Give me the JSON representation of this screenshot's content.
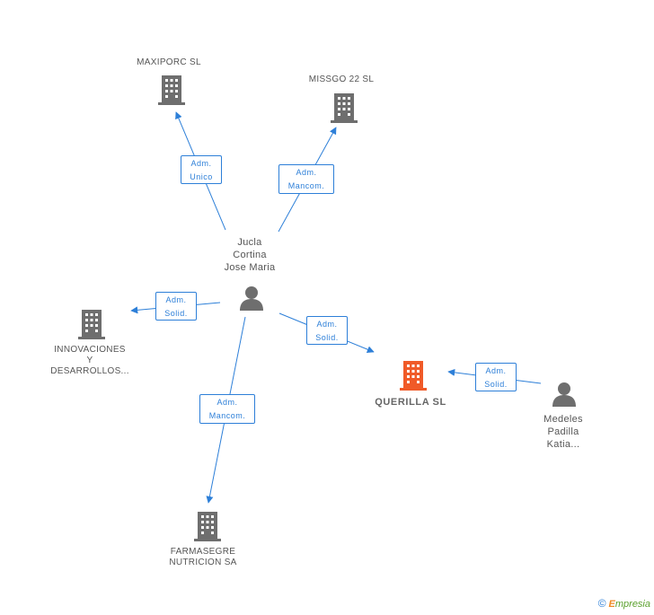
{
  "nodes": {
    "maxiporc": {
      "lines": [
        "MAXIPORC SL"
      ]
    },
    "missgo": {
      "lines": [
        "MISSGO 22 SL"
      ]
    },
    "jucla": {
      "lines": [
        "Jucla",
        "Cortina",
        "Jose Maria"
      ]
    },
    "innovaciones": {
      "lines": [
        "INNOVACIONES",
        "Y",
        "DESARROLLOS..."
      ]
    },
    "querilla": {
      "lines": [
        "QUERILLA SL"
      ]
    },
    "medeles": {
      "lines": [
        "Medeles",
        "Padilla",
        "Katia..."
      ]
    },
    "farmasegre": {
      "lines": [
        "FARMASEGRE",
        "NUTRICION SA"
      ]
    }
  },
  "edges": {
    "to_maxiporc": {
      "lines": [
        "Adm.",
        "Unico"
      ]
    },
    "to_missgo": {
      "lines": [
        "Adm.",
        "Mancom."
      ]
    },
    "to_innovaciones": {
      "lines": [
        "Adm.",
        "Solid."
      ]
    },
    "to_querilla_jucla": {
      "lines": [
        "Adm.",
        "Solid."
      ]
    },
    "to_querilla_medeles": {
      "lines": [
        "Adm.",
        "Solid."
      ]
    },
    "to_farmasegre": {
      "lines": [
        "Adm.",
        "Mancom."
      ]
    }
  },
  "colors": {
    "edge": "#2d7fd8",
    "building": "#6e6e6e",
    "building_focus": "#f05a28",
    "person": "#6e6e6e"
  },
  "icons": {
    "company": "building-icon",
    "person": "person-icon"
  },
  "footer": {
    "copyright_symbol": "©",
    "brand_first": "E",
    "brand_rest": "mpresia"
  }
}
